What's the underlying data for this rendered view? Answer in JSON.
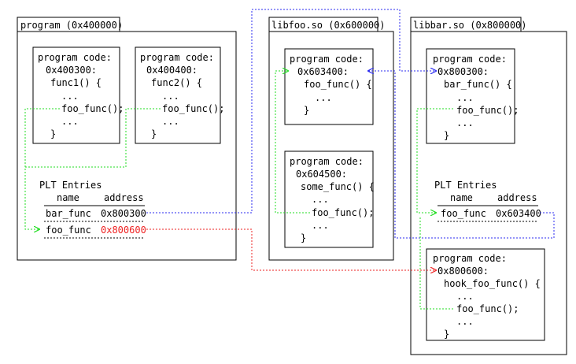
{
  "colors": {
    "blue": "#2b2bf0",
    "red": "#ee2222",
    "green": "#22dd22"
  },
  "modules": {
    "program": {
      "tab": "program (0x400000)",
      "code1": [
        "program code:",
        "0x400300:",
        "func1() {",
        "...",
        "foo_func();",
        "...",
        "}"
      ],
      "code2": [
        "program code:",
        "0x400400:",
        "func2() {",
        "...",
        "foo_func();",
        "...",
        "}"
      ],
      "plt": {
        "title": "PLT Entries",
        "headers": [
          "name",
          "address"
        ],
        "rows": [
          {
            "name": "bar_func",
            "address": "0x800300"
          },
          {
            "name": "foo_func",
            "address": "0x800600"
          }
        ]
      }
    },
    "libfoo": {
      "tab": "libfoo.so (0x600000)",
      "code1": [
        "program code:",
        "0x603400:",
        "foo_func() {",
        "...",
        "}"
      ],
      "code2": [
        "program code:",
        "0x604500:",
        "some_func() {",
        "...",
        "foo_func();",
        "...",
        "}"
      ]
    },
    "libbar": {
      "tab": "libbar.so (0x800000)",
      "code1": [
        "program code:",
        "0x800300:",
        "bar_func() {",
        "...",
        "foo_func();",
        "...",
        "}"
      ],
      "plt": {
        "title": "PLT Entries",
        "headers": [
          "name",
          "address"
        ],
        "rows": [
          {
            "name": "foo_func",
            "address": "0x603400"
          }
        ]
      },
      "code2": [
        "program code:",
        "0x800600:",
        "hook_foo_func() {",
        "...",
        "foo_func();",
        "...",
        "}"
      ]
    }
  }
}
